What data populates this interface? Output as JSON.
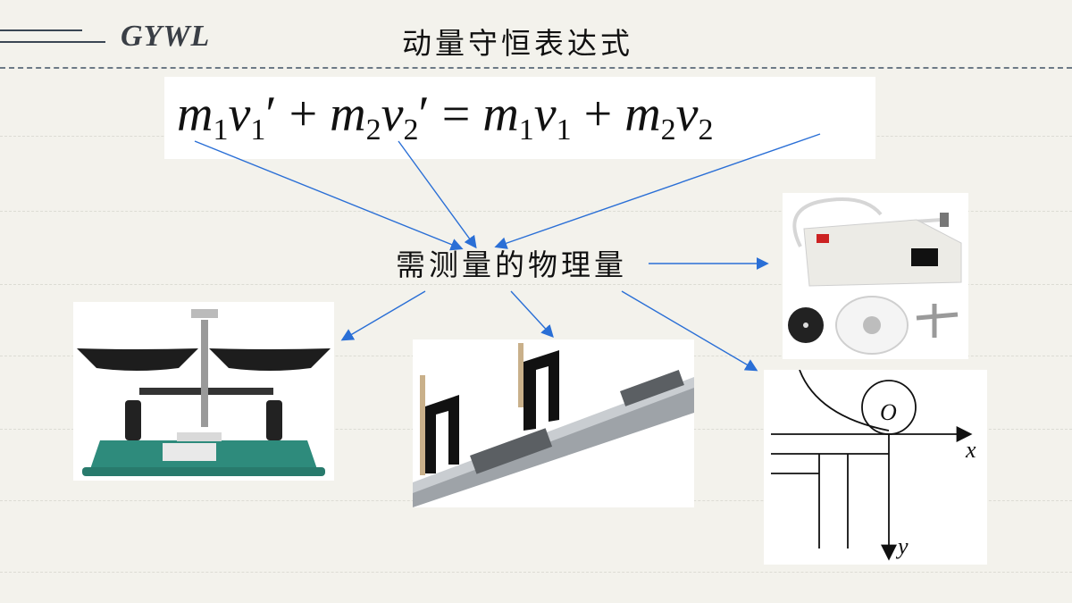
{
  "header": {
    "brand": "GYWL",
    "title": "动量守恒表达式"
  },
  "formula": {
    "lhs1": {
      "m": "m",
      "msub": "1",
      "v": "v",
      "vsub": "1",
      "prime": "′"
    },
    "plus1": "+",
    "lhs2": {
      "m": "m",
      "msub": "2",
      "v": "v",
      "vsub": "2",
      "prime": "′"
    },
    "equals": "=",
    "rhs1": {
      "m": "m",
      "msub": "1",
      "v": "v",
      "vsub": "1"
    },
    "plus2": "+",
    "rhs2": {
      "m": "m",
      "msub": "2",
      "v": "v",
      "vsub": "2"
    }
  },
  "center_label": "需测量的物理量",
  "diagram": {
    "origin_label": "O",
    "x_axis_label": "x",
    "y_axis_label": "y"
  },
  "colors": {
    "arrow": "#2a6fd6",
    "balance_base": "#2e8b7c"
  }
}
